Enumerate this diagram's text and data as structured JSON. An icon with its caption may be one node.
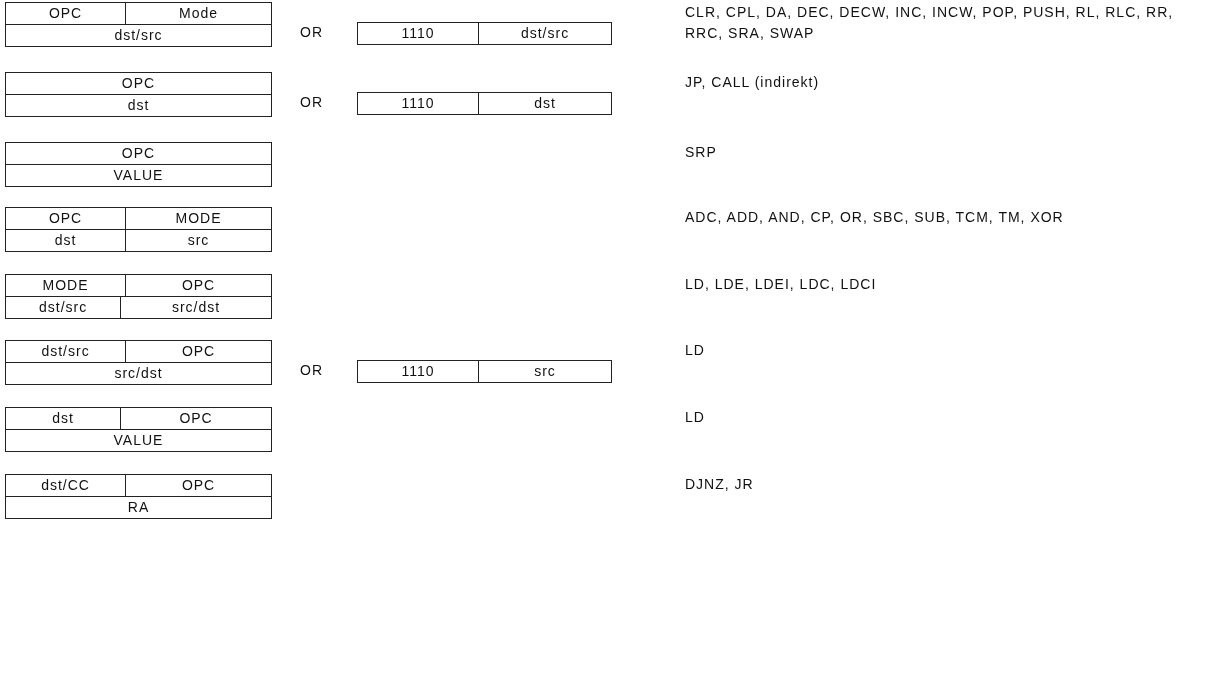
{
  "diagram": {
    "nodes": [
      {
        "text": [
          "OPC",
          "Mode",
          "dst/src"
        ]
      },
      {
        "text": [
          "1110",
          "dst/src"
        ]
      },
      {
        "text": [
          "OPC",
          "dst"
        ]
      },
      {
        "text": [
          "1110",
          "dst"
        ]
      },
      {
        "text": [
          "OPC",
          "VALUE"
        ]
      },
      {
        "text": [
          "OPC",
          "MODE",
          "dst",
          "src"
        ]
      },
      {
        "text": [
          "MODE",
          "OPC",
          "dst/src",
          "src/dst"
        ]
      },
      {
        "text": [
          "dst/src",
          "OPC",
          "src/dst"
        ]
      },
      {
        "text": [
          "1110",
          "src"
        ]
      },
      {
        "text": [
          "dst",
          "OPC",
          "VALUE"
        ]
      },
      {
        "text": [
          "dst/CC",
          "OPC",
          "RA"
        ]
      }
    ],
    "labels": [
      "CLR, CPL, DA, DEC, DECW, INC, INCW, POP, PUSH, RL, RLC, RR, RRC, SRA, SWAP",
      "OR",
      "JP, CALL (indirekt)",
      "OR",
      "SRP",
      "ADC, ADD, AND, CP, OR, SBC, SUB, TCM, TM, XOR",
      "LD, LDE, LDEI, LDC, LDCI",
      "LD",
      "OR",
      "LD",
      "DJNZ, JR"
    ]
  }
}
